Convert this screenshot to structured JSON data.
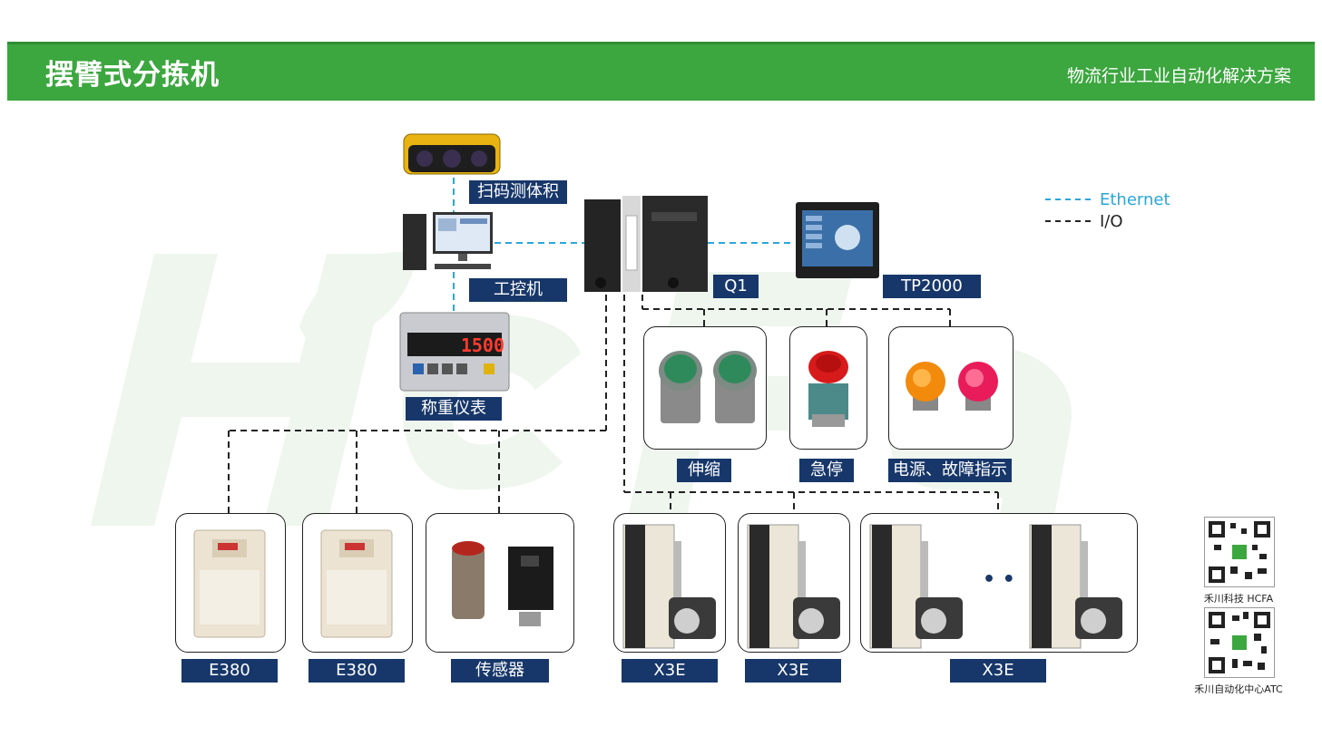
{
  "header": {
    "title": "摆臂式分拣机",
    "subtitle": "物流行业工业自动化解决方案"
  },
  "legend": {
    "ethernet": "Ethernet",
    "io": "I/O"
  },
  "labels": {
    "scanner": "扫码测体积",
    "ipc": "工控机",
    "scale": "称重仪表",
    "q1": "Q1",
    "tp2000": "TP2000",
    "extend": "伸缩",
    "estop": "急停",
    "indicator": "电源、故障指示",
    "e380_a": "E380",
    "e380_b": "E380",
    "sensor": "传感器",
    "x3e_a": "X3E",
    "x3e_b": "X3E",
    "x3e_c": "X3E"
  },
  "scale_display": "1500",
  "ellipsis": "• •",
  "qr": {
    "caption1": "禾川科技 HCFA",
    "caption2": "禾川自动化中心ATC"
  },
  "colors": {
    "header_green": "#3ca63f",
    "label_navy": "#17376a",
    "ethernet_blue": "#2aa7d9",
    "io_black": "#222222"
  }
}
